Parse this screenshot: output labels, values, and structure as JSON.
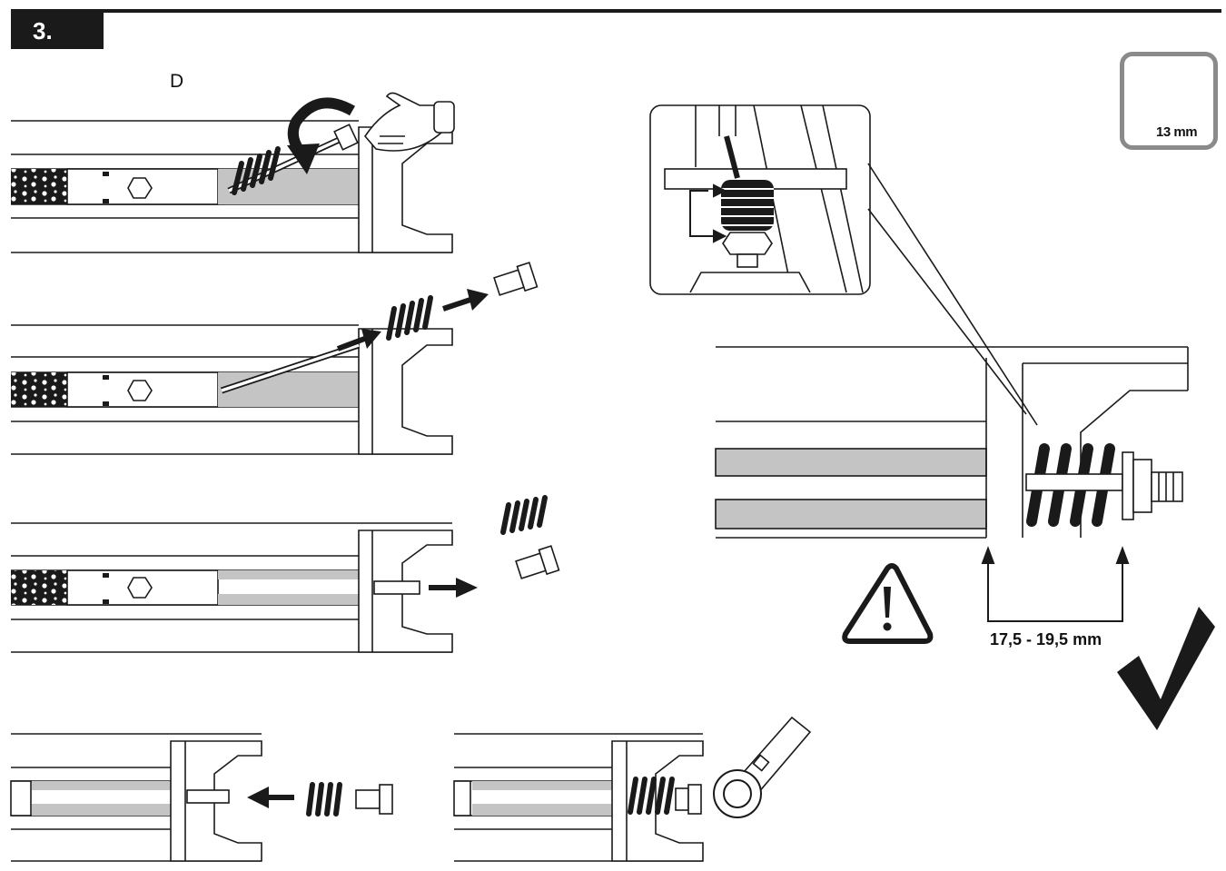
{
  "step_number": "3.",
  "panel_label": "D",
  "tool": {
    "icon": "ring-spanner-icon",
    "size_label": "13 mm"
  },
  "measurement": {
    "range_label": "17,5 - 19,5 mm"
  },
  "icons": {
    "warning": "warning-triangle-icon",
    "confirm": "checkmark-icon",
    "hand": "hand-icon",
    "rotate": "rotate-arrow-icon",
    "spring": "spring-icon",
    "bolt": "bolt-icon",
    "wrench": "wrench-icon"
  },
  "colors": {
    "ink": "#1a1a1a",
    "rail_fill": "#c4c4c4",
    "frame": "#8a8a8a"
  }
}
